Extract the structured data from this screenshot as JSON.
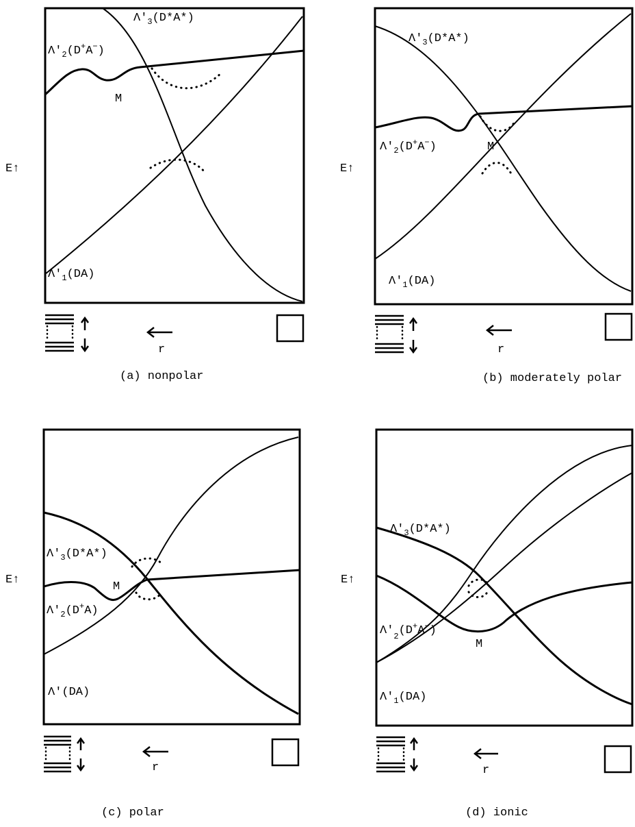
{
  "panels": {
    "a": {
      "caption": "(a) nonpolar",
      "energy_axis": "E↑",
      "distance_label": "r",
      "minimum_label": "M",
      "states": {
        "excited": {
          "main": "Λ'",
          "sub": "3",
          "tail": "(D*A*)"
        },
        "ion_pair": {
          "main": "Λ'",
          "sub": "2",
          "tail": "(D",
          "sup1": "+",
          "mid": "A",
          "sup2": "−",
          "end": ")"
        },
        "ground": {
          "main": "Λ'",
          "sub": "1",
          "tail": "(DA)"
        }
      }
    },
    "b": {
      "caption": "(b) moderately polar",
      "energy_axis": "E↑",
      "distance_label": "r",
      "minimum_label": "M",
      "states": {
        "excited": {
          "main": "Λ'",
          "sub": "3",
          "tail": "(D*A*)"
        },
        "ion_pair": {
          "main": "Λ'",
          "sub": "2",
          "tail": "(D",
          "sup1": "+",
          "mid": "A",
          "sup2": "−",
          "end": ")"
        },
        "ground": {
          "main": "Λ'",
          "sub": "1",
          "tail": "(DA)"
        }
      }
    },
    "c": {
      "caption": "(c) polar",
      "energy_axis": "E↑",
      "distance_label": "r",
      "minimum_label": "M",
      "states": {
        "excited": {
          "main": "Λ'",
          "sub": "3",
          "tail": "(D*A*)"
        },
        "ion_pair": {
          "main": "Λ'",
          "sub": "2",
          "tail": "(D",
          "sup1": "+",
          "mid": "A)"
        },
        "ground": {
          "main": "Λ'(DA)"
        }
      }
    },
    "d": {
      "caption": "(d) ionic",
      "energy_axis": "E↑",
      "distance_label": "r",
      "minimum_label": "M",
      "states": {
        "excited": {
          "main": "Λ'",
          "sub": "3",
          "tail": "(D*A*)"
        },
        "ion_pair": {
          "main": "Λ'",
          "sub": "2",
          "tail": "(D",
          "sup1": "+",
          "mid": "A",
          "sup2": "−",
          "end": ")"
        },
        "ground": {
          "main": "Λ'",
          "sub": "1",
          "tail": "(DA)"
        }
      }
    }
  }
}
